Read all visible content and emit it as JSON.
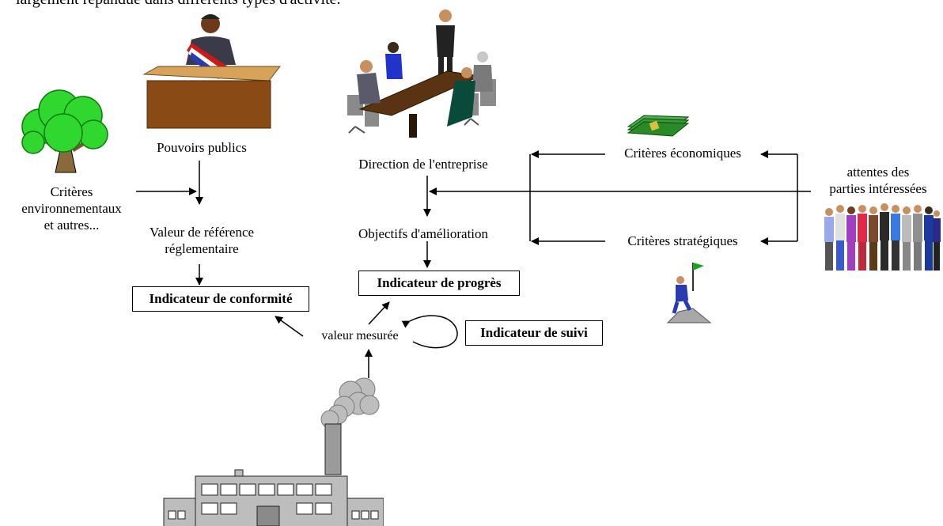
{
  "header_text": "largement répandue dans différents types d'activité.",
  "labels": {
    "public_authorities": "Pouvoirs publics",
    "env_criteria": [
      "Critères",
      "environnementaux",
      "et autres..."
    ],
    "reference_value": [
      "Valeur de référence",
      "réglementaire"
    ],
    "management": "Direction de l'entreprise",
    "improvement_goals": "Objectifs d'amélioration",
    "economic_criteria": "Critères économiques",
    "strategic_criteria": "Critères stratégiques",
    "stakeholder_expectations": [
      "attentes des",
      "parties intéressées"
    ],
    "measured_value": "valeur mesurée"
  },
  "boxes": {
    "compliance_indicator": "Indicateur de conformité",
    "progress_indicator": "Indicateur de progrès",
    "monitoring_indicator": "Indicateur de suivi"
  },
  "icons": {
    "tree": "tree-icon",
    "official": "mayor-at-desk-icon",
    "meeting": "meeting-table-icon",
    "money": "money-stack-icon",
    "climber": "summit-climber-icon",
    "crowd": "people-group-icon",
    "factory": "factory-icon"
  }
}
